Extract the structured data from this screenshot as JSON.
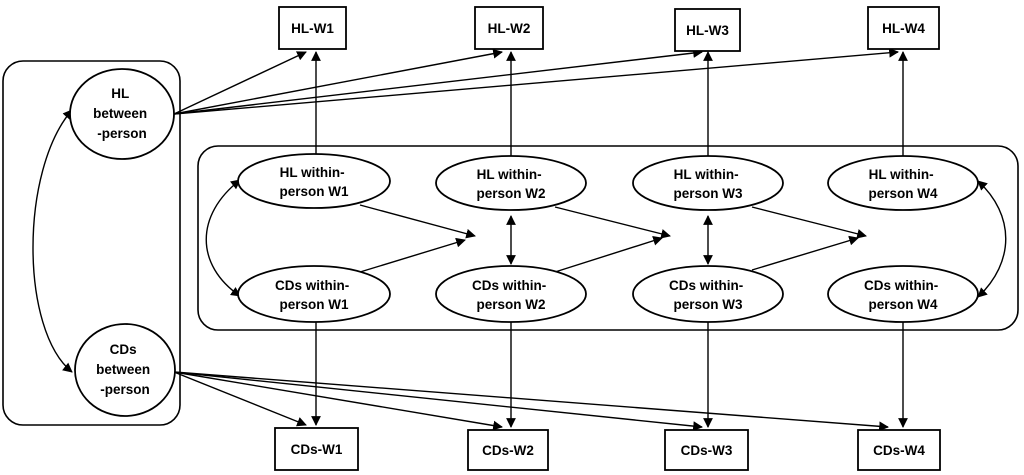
{
  "observed": {
    "top": [
      "HL-W1",
      "HL-W2",
      "HL-W3",
      "HL-W4"
    ],
    "bottom": [
      "CDs-W1",
      "CDs-W2",
      "CDs-W3",
      "CDs-W4"
    ]
  },
  "between": {
    "hl": [
      "HL",
      "between",
      "-person"
    ],
    "cds": [
      "CDs",
      "between",
      "-person"
    ]
  },
  "within": {
    "hl": [
      [
        "HL within-",
        "person W1"
      ],
      [
        "HL within-",
        "person W2"
      ],
      [
        "HL within-",
        "person W3"
      ],
      [
        "HL within-",
        "person W4"
      ]
    ],
    "cds": [
      [
        "CDs within-",
        "person W1"
      ],
      [
        "CDs within-",
        "person W2"
      ],
      [
        "CDs within-",
        "person W3"
      ],
      [
        "CDs within-",
        "person W4"
      ]
    ]
  },
  "colors": {
    "stroke": "#000000",
    "fill": "#ffffff"
  }
}
